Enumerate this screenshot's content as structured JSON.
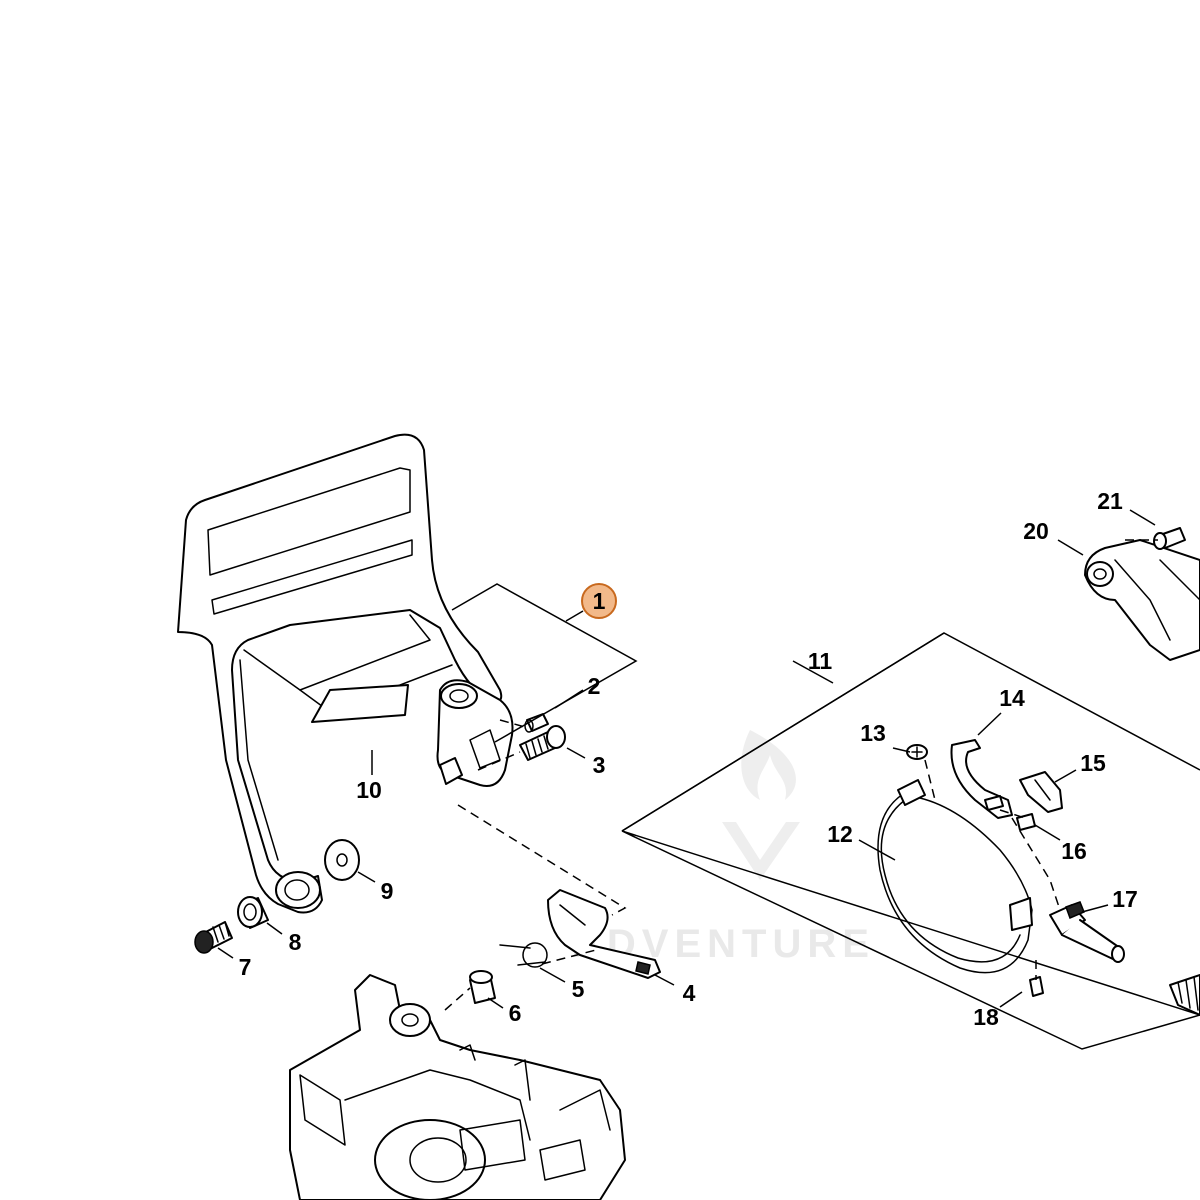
{
  "callouts": [
    {
      "id": "1",
      "highlighted": true
    },
    {
      "id": "2"
    },
    {
      "id": "3"
    },
    {
      "id": "4"
    },
    {
      "id": "5"
    },
    {
      "id": "6"
    },
    {
      "id": "7"
    },
    {
      "id": "8"
    },
    {
      "id": "9"
    },
    {
      "id": "10"
    },
    {
      "id": "11"
    },
    {
      "id": "12"
    },
    {
      "id": "13"
    },
    {
      "id": "14"
    },
    {
      "id": "15"
    },
    {
      "id": "16"
    },
    {
      "id": "17"
    },
    {
      "id": "18"
    },
    {
      "id": "20"
    },
    {
      "id": "21"
    }
  ],
  "watermark": {
    "text": "ADVENTURE",
    "color": "#e9e9e9"
  },
  "colors": {
    "highlight_fill": "#f2b98a",
    "highlight_stroke": "#c8691e",
    "line": "#000000",
    "background": "#ffffff"
  }
}
